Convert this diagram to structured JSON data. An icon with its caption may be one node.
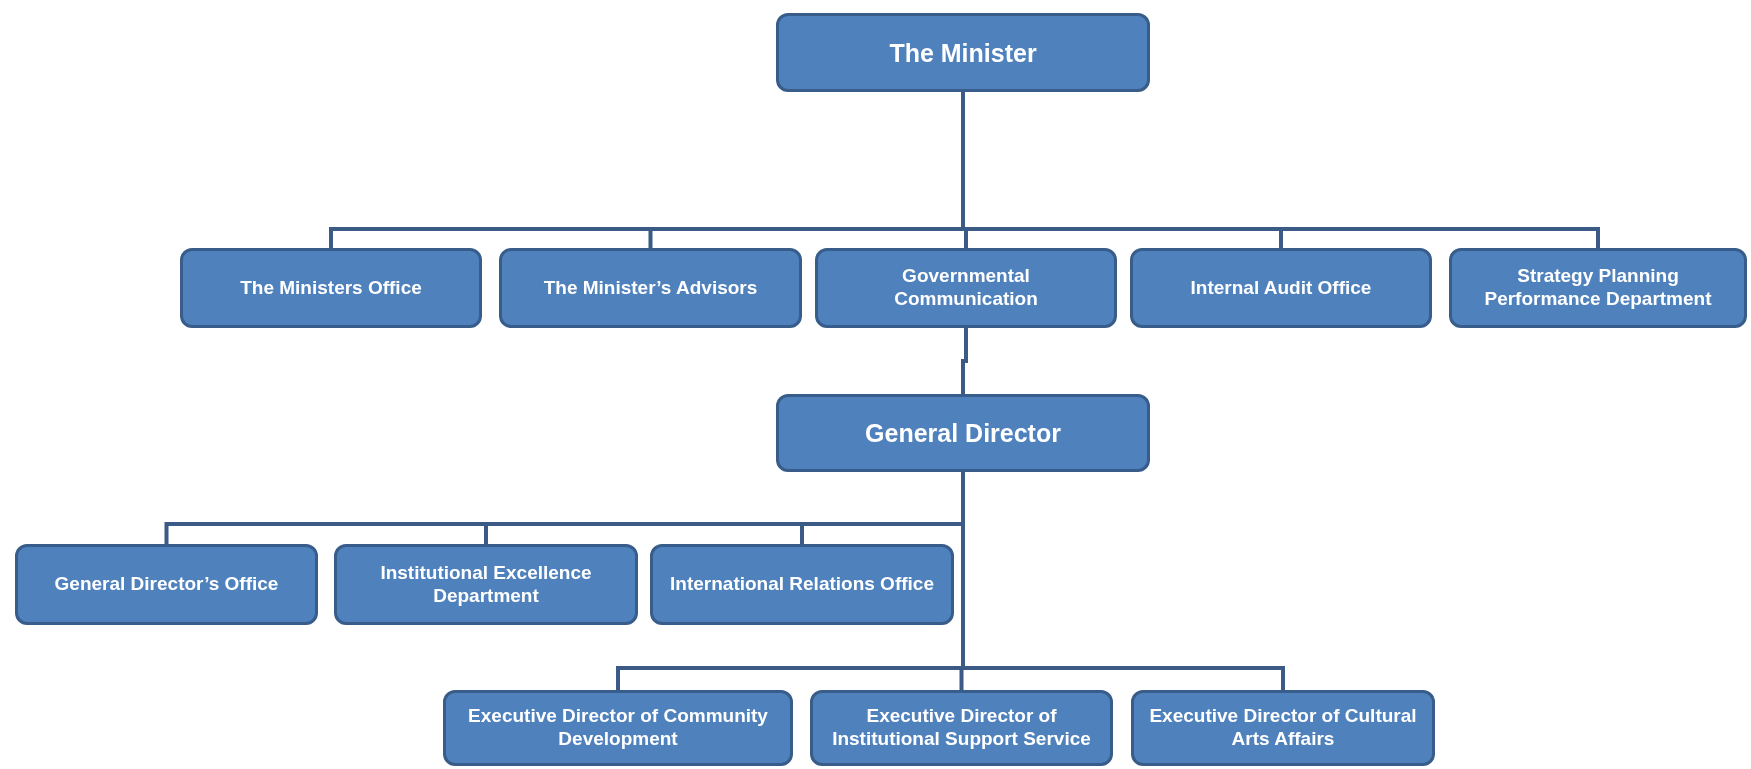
{
  "diagram": {
    "nodes": [
      {
        "text": [
          "The Minister"
        ]
      },
      {
        "text": [
          "The Ministers Office"
        ]
      },
      {
        "text": [
          "The Minister’s Advisors"
        ]
      },
      {
        "text": [
          "Governmental Communication"
        ]
      },
      {
        "text": [
          "Internal Audit Office"
        ]
      },
      {
        "text": [
          "Strategy Planning Performance Department"
        ]
      },
      {
        "text": [
          "General Director"
        ]
      },
      {
        "text": [
          "General Director’s Office"
        ]
      },
      {
        "text": [
          "Institutional Excellence Department"
        ]
      },
      {
        "text": [
          "International Relations Office"
        ]
      },
      {
        "text": [
          "Executive Director of Community Development"
        ]
      },
      {
        "text": [
          "Executive Director of Institutional Support Service"
        ]
      },
      {
        "text": [
          "Executive Director of Cultural Arts Affairs"
        ]
      }
    ],
    "edges": [
      {
        "from": 0,
        "to": 1,
        "arrow": "none"
      },
      {
        "from": 0,
        "to": 2,
        "arrow": "none"
      },
      {
        "from": 0,
        "to": 3,
        "arrow": "none"
      },
      {
        "from": 0,
        "to": 4,
        "arrow": "none"
      },
      {
        "from": 0,
        "to": 5,
        "arrow": "none"
      },
      {
        "from": 3,
        "to": 6,
        "arrow": "none"
      },
      {
        "from": 6,
        "to": 7,
        "arrow": "none"
      },
      {
        "from": 6,
        "to": 8,
        "arrow": "none"
      },
      {
        "from": 6,
        "to": 9,
        "arrow": "none"
      },
      {
        "from": 6,
        "to": 10,
        "arrow": "none"
      },
      {
        "from": 6,
        "to": 11,
        "arrow": "none"
      },
      {
        "from": 6,
        "to": 12,
        "arrow": "none"
      }
    ]
  }
}
